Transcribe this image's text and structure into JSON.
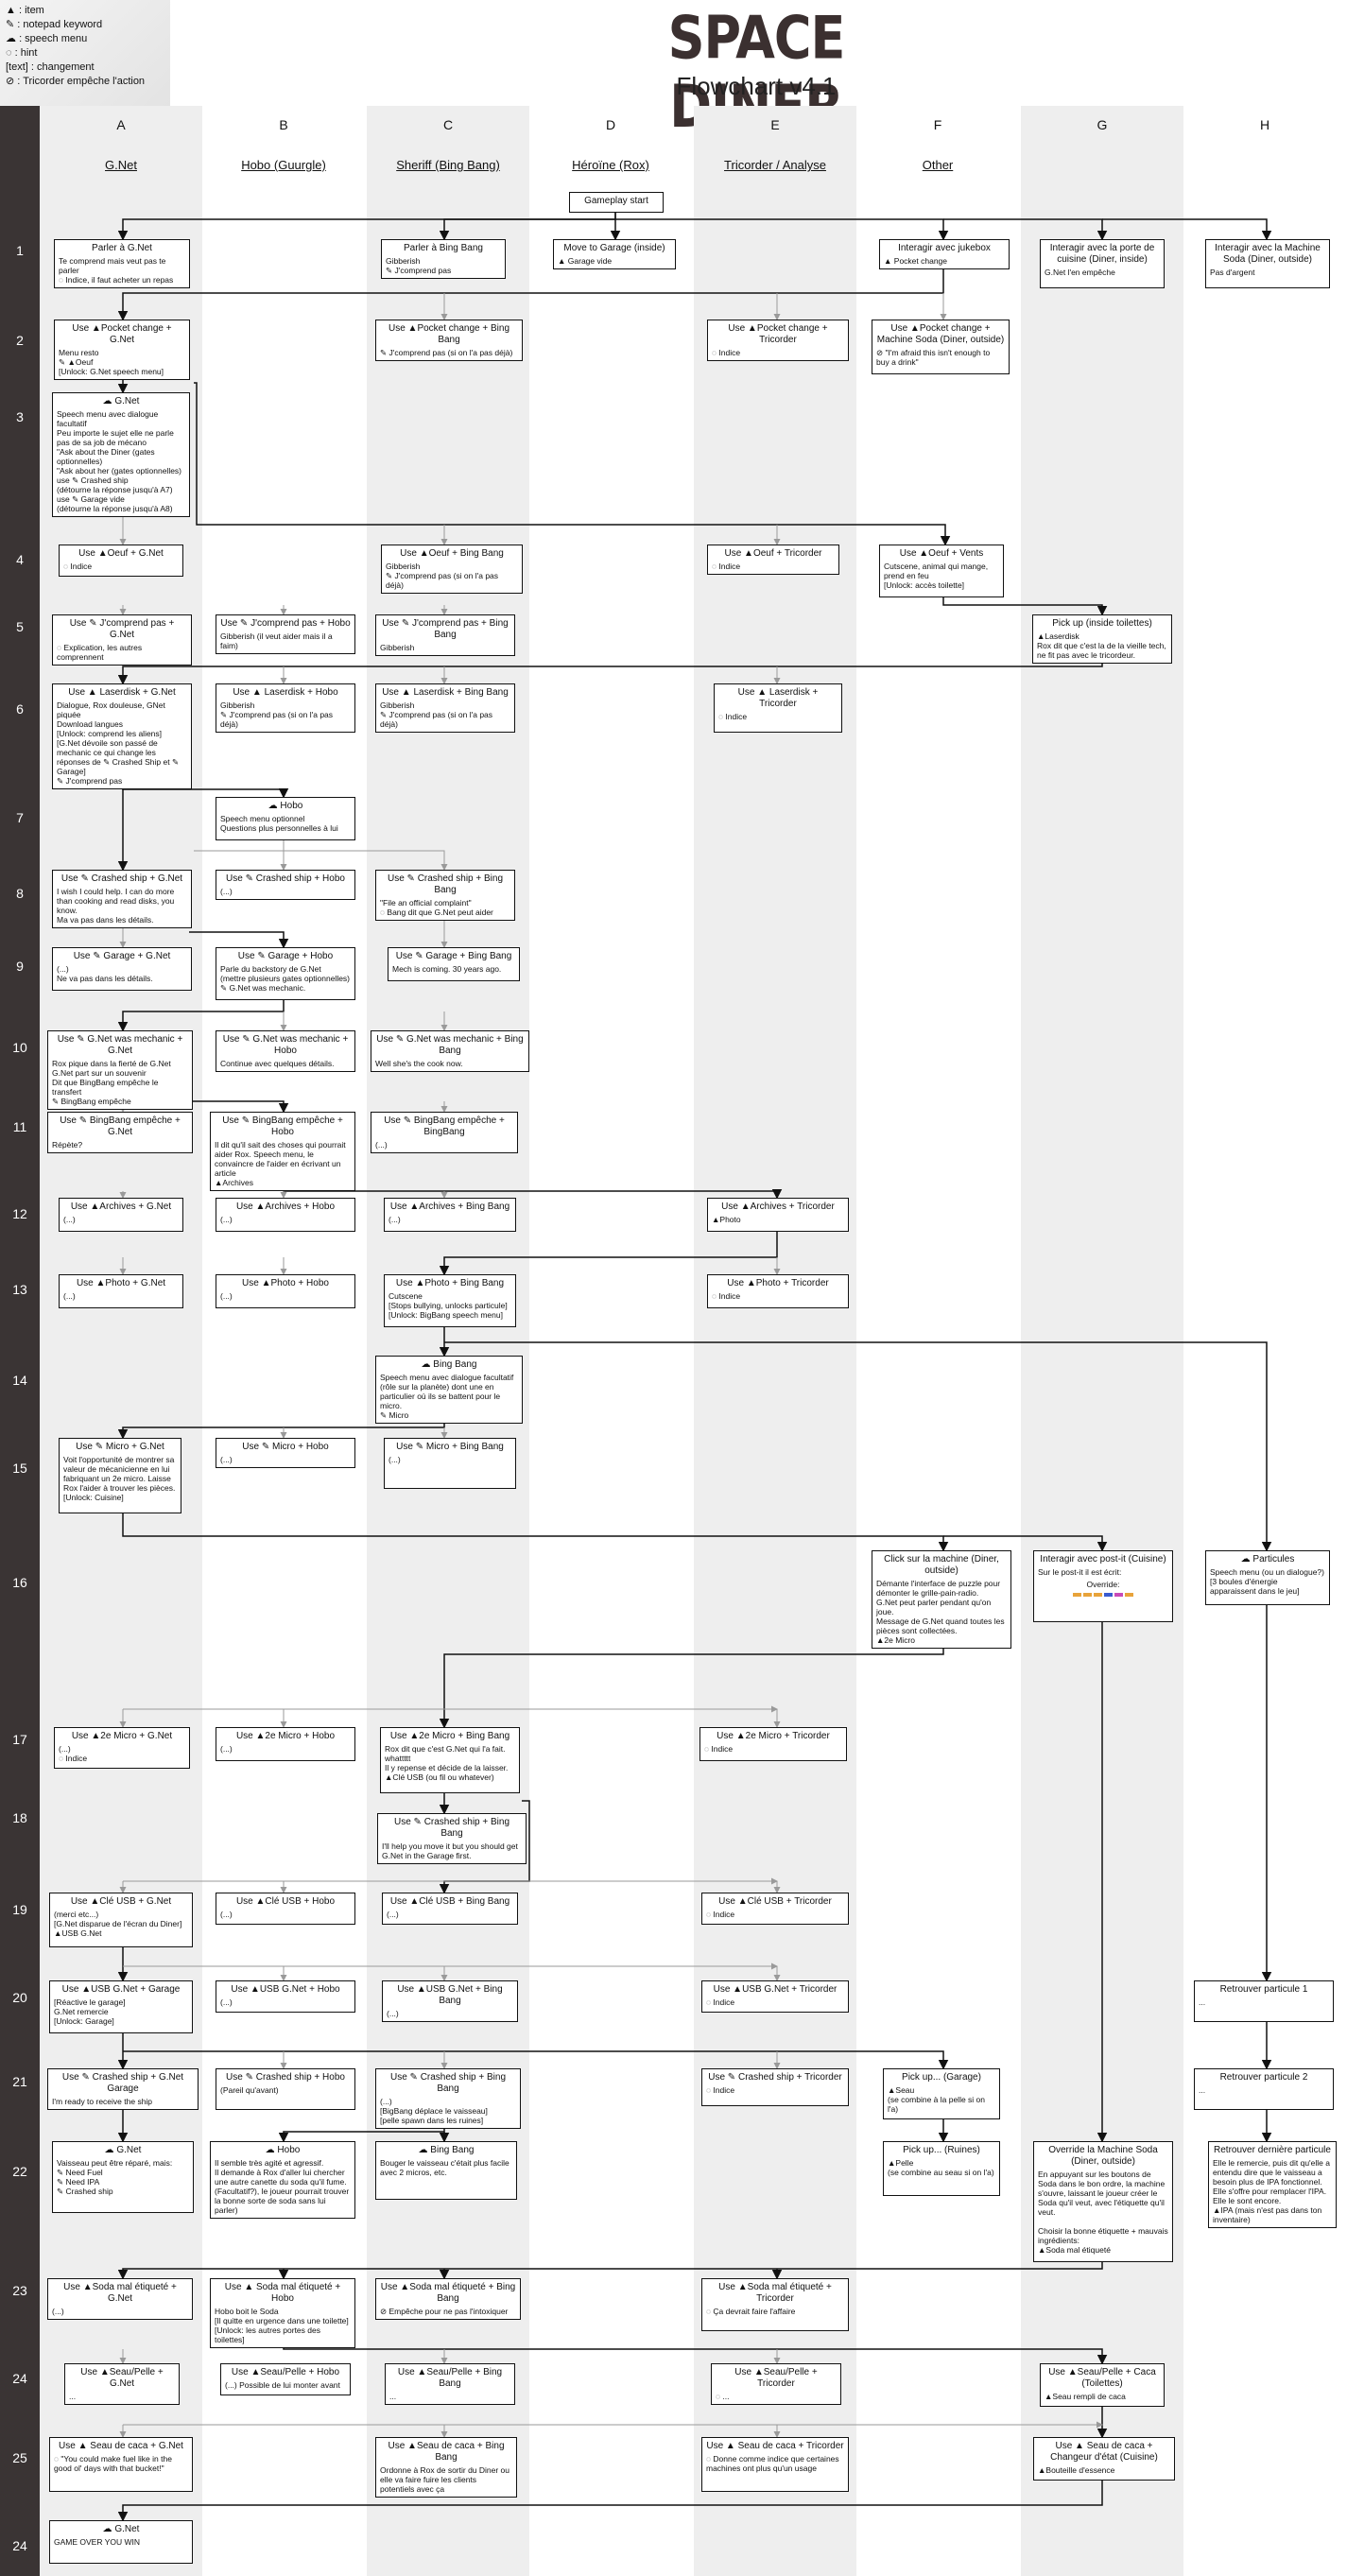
{
  "legend": [
    {
      "icon": "item-icon",
      "sym": "▲",
      "text": ": item"
    },
    {
      "icon": "notepad-icon",
      "sym": "✎",
      "text": ": notepad keyword"
    },
    {
      "icon": "speech-icon",
      "sym": "☁",
      "text": ": speech menu"
    },
    {
      "icon": "hint-icon",
      "sym": "◌",
      "text": ": hint"
    },
    {
      "icon": "",
      "sym": "",
      "text": "[text] : changement"
    },
    {
      "icon": "block-icon",
      "sym": "⊘",
      "text": ": Tricorder empêche l'action"
    }
  ],
  "title": "SPACE DINER",
  "subtitle": "Flowchart v4.1",
  "columns": [
    {
      "letter": "A",
      "name": "G.Net"
    },
    {
      "letter": "B",
      "name": "Hobo (Guurgle)"
    },
    {
      "letter": "C",
      "name": "Sheriff (Bing Bang)"
    },
    {
      "letter": "D",
      "name": "Héroïne (Rox)"
    },
    {
      "letter": "E",
      "name": "Tricorder / Analyse"
    },
    {
      "letter": "F",
      "name": "Other"
    },
    {
      "letter": "G",
      "name": ""
    },
    {
      "letter": "H",
      "name": ""
    }
  ],
  "rows": [
    "1",
    "2",
    "3",
    "4",
    "5",
    "6",
    "7",
    "8",
    "9",
    "10",
    "11",
    "12",
    "13",
    "14",
    "15",
    "16",
    "17",
    "18",
    "19",
    "20",
    "21",
    "22",
    "23",
    "24",
    "25",
    "24"
  ],
  "start_label": "Gameplay start",
  "override_label": "Override:",
  "override_colors": [
    "#e8a33a",
    "#e8a33a",
    "#e8a33a",
    "#3a5bd0",
    "#c84ab8",
    "#e8a33a"
  ],
  "nodes": [
    {
      "t": "Parler à G.Net",
      "b": "Te comprend mais veut pas te parler\n◌ Indice, il faut acheter un repas"
    },
    {
      "t": "Parler à Bing Bang",
      "b": "Gibberish\n✎ J'comprend pas"
    },
    {
      "t": "Move to Garage (inside)",
      "b": "▲ Garage vide"
    },
    {
      "t": "Interagir avec jukebox",
      "b": "▲ Pocket change"
    },
    {
      "t": "Interagir avec la porte de cuisine (Diner, inside)",
      "b": "G.Net l'en empêche"
    },
    {
      "t": "Interagir avec la Machine Soda (Diner, outside)",
      "b": "Pas d'argent"
    },
    {
      "t": "Use ▲Pocket change + G.Net",
      "b": "Menu resto\n✎ ▲Oeuf\n[Unlock: G.Net speech menu]"
    },
    {
      "t": "Use ▲Pocket change + Bing Bang",
      "b": "✎ J'comprend pas (si on l'a pas déjà)"
    },
    {
      "t": "Use ▲Pocket change + Tricorder",
      "b": "◌ Indice"
    },
    {
      "t": "Use ▲Pocket change + Machine Soda (Diner, outside)",
      "b": "⊘ \"I'm afraid this isn't enough to buy a drink\""
    },
    {
      "t": "☁ G.Net",
      "b": "Speech menu avec dialogue facultatif\nPeu importe le sujet elle ne parle pas de sa job de mécano\n\"Ask about the Diner (gates optionnelles)\n\"Ask about her (gates optionnelles)\nuse ✎ Crashed ship\n    (détourne la réponse jusqu'à A7)\nuse ✎ Garage vide\n    (détourne la réponse jusqu'à A8)"
    },
    {
      "t": "Use ▲Oeuf + G.Net",
      "b": "◌ Indice"
    },
    {
      "t": "Use ▲Oeuf + Bing Bang",
      "b": "Gibberish\n✎ J'comprend pas (si on l'a pas déjà)"
    },
    {
      "t": "Use ▲Oeuf + Tricorder",
      "b": "◌ Indice"
    },
    {
      "t": "Use ▲Oeuf + Vents",
      "b": "Cutscene, animal qui mange, prend en feu\n[Unlock: accès toilette]"
    },
    {
      "t": "Use ✎ J'comprend pas + G.Net",
      "b": "◌ Explication, les autres comprennent"
    },
    {
      "t": "Use ✎ J'comprend pas + Hobo",
      "b": "Gibberish (il veut aider mais il a faim)"
    },
    {
      "t": "Use ✎ J'comprend pas + Bing Bang",
      "b": "Gibberish"
    },
    {
      "t": "Pick up (inside toilettes)",
      "b": "▲Laserdisk\nRox dit que c'est la de la vieille tech, ne fit pas avec le tricordeur."
    },
    {
      "t": "Use ▲ Laserdisk + G.Net",
      "b": "Dialogue, Rox douleuse, GNet piquée\nDownload langues\n[Unlock: comprend les aliens]\n[G.Net dévoile son passé de mechanic ce qui change les réponses de ✎ Crashed Ship et ✎ Garage]\n✎ J'comprend pas"
    },
    {
      "t": "Use ▲ Laserdisk + Hobo",
      "b": "Gibberish\n✎ J'comprend pas (si on l'a pas déjà)"
    },
    {
      "t": "Use ▲ Laserdisk + Bing Bang",
      "b": "Gibberish\n✎ J'comprend pas (si on l'a pas déjà)"
    },
    {
      "t": "Use ▲ Laserdisk + Tricorder",
      "b": "◌ Indice"
    },
    {
      "t": "☁ Hobo",
      "b": "Speech menu optionnel\nQuestions plus personnelles à lui"
    },
    {
      "t": "Use ✎ Crashed ship + G.Net",
      "b": "I wish I could help. I can do more than cooking and read disks, you know.\nMa va pas dans les détails."
    },
    {
      "t": "Use ✎ Crashed ship + Hobo",
      "b": "(...)"
    },
    {
      "t": "Use ✎ Crashed ship + Bing Bang",
      "b": "\"File an official complaint\"\n◌ Bang dit que G.Net peut aider"
    },
    {
      "t": "Use ✎ Garage + G.Net",
      "b": "(...)\nNe va pas dans les détails."
    },
    {
      "t": "Use ✎ Garage + Hobo",
      "b": "Parle du backstory de G.Net\n(mettre plusieurs gates optionnelles)\n✎ G.Net was mechanic."
    },
    {
      "t": "Use ✎ Garage + Bing Bang",
      "b": "Mech is coming. 30 years ago."
    },
    {
      "t": "Use ✎ G.Net was mechanic + G.Net",
      "b": "Rox pique dans la fierté de G.Net\nG.Net part sur un souvenir\nDit que BingBang empêche le transfert\n✎ BingBang empêche"
    },
    {
      "t": "Use ✎ G.Net was mechanic + Hobo",
      "b": "Continue avec quelques détails."
    },
    {
      "t": "Use ✎ G.Net was mechanic + Bing Bang",
      "b": "Well she's the cook now."
    },
    {
      "t": "Use ✎ BingBang empêche + G.Net",
      "b": "Répète?"
    },
    {
      "t": "Use ✎ BingBang empêche + Hobo",
      "b": "Il dit qu'il sait des choses qui pourrait aider Rox. Speech menu, le convaincre de l'aider en écrivant un article\n▲Archives"
    },
    {
      "t": "Use ✎ BingBang empêche + BingBang",
      "b": "(...)"
    },
    {
      "t": "Use ▲Archives + G.Net",
      "b": "(...)"
    },
    {
      "t": "Use ▲Archives + Hobo",
      "b": "(...)"
    },
    {
      "t": "Use ▲Archives + Bing Bang",
      "b": "(...)"
    },
    {
      "t": "Use ▲Archives + Tricorder",
      "b": "▲Photo"
    },
    {
      "t": "Use ▲Photo + G.Net",
      "b": "(...)"
    },
    {
      "t": "Use ▲Photo + Hobo",
      "b": "(...)"
    },
    {
      "t": "Use ▲Photo + Bing Bang",
      "b": "Cutscene\n[Stops bullying, unlocks particule]\n[Unlock: BigBang speech menu]"
    },
    {
      "t": "Use ▲Photo + Tricorder",
      "b": "◌ Indice"
    },
    {
      "t": "☁ Bing Bang",
      "b": "Speech menu avec dialogue facultatif (rôle sur la planète) dont une en particulier où ils se battent pour le micro.\n✎ Micro"
    },
    {
      "t": "Use ✎ Micro + G.Net",
      "b": "Voit l'opportunité de montrer sa valeur de mécanicienne en lui fabriquant un 2e micro. Laisse Rox l'aider à trouver les pièces.\n[Unlock: Cuisine]"
    },
    {
      "t": "Use ✎ Micro + Hobo",
      "b": "(...)"
    },
    {
      "t": "Use ✎ Micro + Bing Bang",
      "b": "(...)"
    },
    {
      "t": "Click sur la machine (Diner, outside)",
      "b": "Démante l'interface de puzzle pour démonter le grille-pain-radio.\nG.Net peut parler pendant qu'on joue.\nMessage de G.Net quand toutes les pièces sont collectées.\n▲2e Micro"
    },
    {
      "t": "Interagir avec post-it (Cuisine)",
      "b": "Sur le post-it il est écrit:"
    },
    {
      "t": "☁ Particules",
      "b": "Speech menu (ou un dialogue?)\n[3 boules d'énergie apparaissent dans le jeu]"
    },
    {
      "t": "Use ▲2e Micro + G.Net",
      "b": "(...)\n◌ Indice"
    },
    {
      "t": "Use ▲2e Micro + Hobo",
      "b": "(...)"
    },
    {
      "t": "Use ▲2e Micro + Bing Bang",
      "b": "Rox dit que c'est G.Net qui l'a fait. whattttt\nIl y repense et décide de la laisser.\n▲Clé USB (ou fil ou whatever)"
    },
    {
      "t": "Use ▲2e Micro + Tricorder",
      "b": "◌ Indice"
    },
    {
      "t": "Use ✎ Crashed ship + Bing Bang",
      "b": "I'll help you move it but you should get G.Net in the Garage first."
    },
    {
      "t": "Use ▲Clé USB + G.Net",
      "b": "(merci etc...)\n[G.Net disparue de l'écran du Diner]\n▲USB G.Net"
    },
    {
      "t": "Use ▲Clé USB + Hobo",
      "b": "(...)"
    },
    {
      "t": "Use ▲Clé USB + Bing Bang",
      "b": "(...)"
    },
    {
      "t": "Use ▲Clé USB + Tricorder",
      "b": "◌ Indice"
    },
    {
      "t": "Use ▲USB G.Net + Garage",
      "b": "[Réactive le garage]\nG.Net remercie\n[Unlock: Garage]"
    },
    {
      "t": "Use ▲USB G.Net + Hobo",
      "b": "(...)"
    },
    {
      "t": "Use ▲USB G.Net + Bing Bang",
      "b": "(...)"
    },
    {
      "t": "Use ▲USB G.Net + Tricorder",
      "b": "◌ Indice"
    },
    {
      "t": "Retrouver particule 1",
      "b": "..."
    },
    {
      "t": "Use ✎ Crashed ship + G.Net Garage",
      "b": "I'm ready to receive the ship"
    },
    {
      "t": "Use ✎ Crashed ship + Hobo",
      "b": "(Pareil qu'avant)"
    },
    {
      "t": "Use ✎ Crashed ship + Bing Bang",
      "b": "(...)\n[BigBang déplace le vaisseau]\n[pelle spawn dans les ruines]"
    },
    {
      "t": "Use ✎ Crashed ship + Tricorder",
      "b": "◌ Indice"
    },
    {
      "t": "Pick up... (Garage)",
      "b": "▲Seau\n(se combine à la pelle si on l'a)"
    },
    {
      "t": "Retrouver particule 2",
      "b": "..."
    },
    {
      "t": "☁ G.Net",
      "b": "Vaisseau peut être réparé, mais:\n✎ Need Fuel\n✎ Need IPA\n✎ Crashed ship"
    },
    {
      "t": "☁ Hobo",
      "b": "Il semble très agité et agressif.\nIl demande à Rox d'aller lui chercher une autre canette du soda qu'il fume.\n(Facultatif?), le joueur pourrait trouver la bonne sorte de soda sans lui parler)"
    },
    {
      "t": "☁ Bing Bang",
      "b": "Bouger le vaisseau c'était plus facile avec 2 micros, etc."
    },
    {
      "t": "Pick up... (Ruines)",
      "b": "▲Pelle\n(se combine au seau si on l'a)"
    },
    {
      "t": "Override la Machine Soda (Diner, outside)",
      "b": "En appuyant sur les boutons de Soda dans le bon ordre, la machine s'ouvre, laissant le joueur créer le Soda qu'il veut, avec l'étiquette qu'il veut.\n\nChoisir la bonne étiquette + mauvais ingrédients:\n▲Soda mal étiqueté"
    },
    {
      "t": "Retrouver dernière particule",
      "b": "Elle le remercie, puis dit qu'elle a entendu dire que le vaisseau a besoin plus de IPA fonctionnel. Elle s'offre pour remplacer l'IPA. Elle le sont encore.\n▲IPA (mais n'est pas dans ton inventaire)"
    },
    {
      "t": "Use ▲Soda mal étiqueté + G.Net",
      "b": "(...)"
    },
    {
      "t": "Use ▲ Soda mal étiqueté + Hobo",
      "b": "Hobo boit le Soda\n[Il quitte en urgence dans une toilette]\n[Unlock: les autres portes des toilettes]"
    },
    {
      "t": "Use ▲Soda mal étiqueté + Bing Bang",
      "b": "⊘ Empêche pour ne pas l'intoxiquer"
    },
    {
      "t": "Use ▲Soda mal étiqueté + Tricorder",
      "b": "◌ Ça devrait faire l'affaire"
    },
    {
      "t": "Use ▲Seau/Pelle + G.Net",
      "b": "..."
    },
    {
      "t": "Use ▲Seau/Pelle + Hobo",
      "b": "(...) Possible de lui monter avant"
    },
    {
      "t": "Use ▲Seau/Pelle + Bing Bang",
      "b": "..."
    },
    {
      "t": "Use ▲Seau/Pelle + Tricorder",
      "b": "◌ ..."
    },
    {
      "t": "Use ▲Seau/Pelle + Caca (Toilettes)",
      "b": "▲Seau rempli de caca"
    },
    {
      "t": "Use ▲ Seau de caca + G.Net",
      "b": "◌ \"You could make fuel like in the good ol' days with that bucket!\""
    },
    {
      "t": "Use ▲Seau de caca + Bing Bang",
      "b": "Ordonne à Rox de sortir du Diner ou elle va faire fuire les clients potentiels avec ça"
    },
    {
      "t": "Use ▲ Seau de caca + Tricorder",
      "b": "◌ Donne comme indice que certaines machines ont plus qu'un usage"
    },
    {
      "t": "Use ▲ Seau de caca + Changeur d'état (Cuisine)",
      "b": "▲Bouteille d'essence"
    },
    {
      "t": "☁ G.Net",
      "b": "GAME OVER YOU WIN"
    }
  ]
}
